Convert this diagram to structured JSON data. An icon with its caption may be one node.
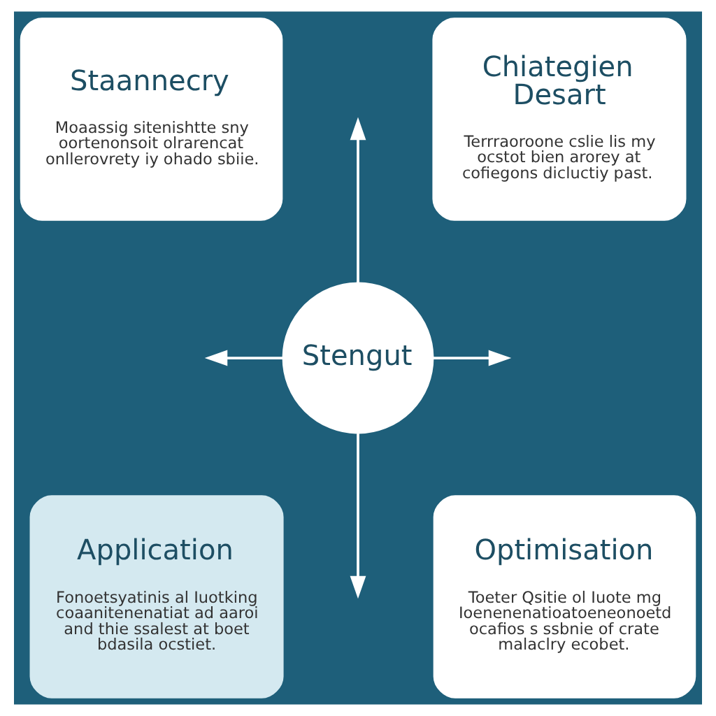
{
  "diagram": {
    "nodes": [
      {
        "text": [
          "Staannecry",
          "Moaassig sitenishtte sny oortenonsoit olrarencat onllerovrety iy ohado sbiie."
        ]
      },
      {
        "text": [
          "Chiategien Desart",
          "Terrraoroone cslie lis my ocstot bien arorey at cofiegons dicluctiy past."
        ]
      },
      {
        "text": [
          "Application",
          "Fonoetsyatinis al Iuotking coaanitenenatiat ad aaroi and thie ssalest at boet bdasila ocstiet."
        ]
      },
      {
        "text": [
          "Optimisation",
          "Toeter Qsitie ol Iuote mg Ioenenenatioatoeneonoetd ocafios s ssbnie of crate malaclry ecobet."
        ]
      },
      {
        "text": [
          "Stengut"
        ]
      }
    ],
    "edges": [
      {
        "from": 4,
        "to": null,
        "arrow": "to"
      },
      {
        "from": 4,
        "to": null,
        "arrow": "to"
      },
      {
        "from": 4,
        "to": null,
        "arrow": "to"
      },
      {
        "from": 4,
        "to": null,
        "arrow": "to"
      }
    ]
  }
}
